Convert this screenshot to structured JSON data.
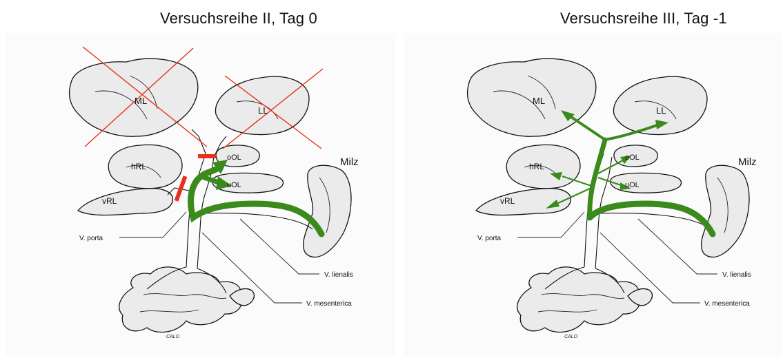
{
  "left_panel": {
    "title": "Versuchsreihe II, Tag 0",
    "labels": {
      "ml": "ML",
      "ll": "LL",
      "hrl": "hRL",
      "vrl": "vRL",
      "ool": "oOL",
      "uol": "uOL",
      "milz": "Milz",
      "v_porta": "V. porta",
      "v_lienalis": "V. lienalis",
      "v_mesenterica": "V. mesenterica",
      "signature": "CALO"
    }
  },
  "right_panel": {
    "title": "Versuchsreihe III, Tag -1",
    "labels": {
      "ml": "ML",
      "ll": "LL",
      "hrl": "hRL",
      "vrl": "vRL",
      "ool": "oOL",
      "uol": "uOL",
      "milz": "Milz",
      "v_porta": "V. porta",
      "v_lienalis": "V. lienalis",
      "v_mesenterica": "V. mesenterica",
      "signature": "CALO"
    }
  },
  "colors": {
    "flow_green": "#3a8a1c",
    "ligation_red": "#e8301c",
    "cross_red": "#e8301c",
    "organ_fill": "#ebebeb",
    "outline": "#111111"
  }
}
